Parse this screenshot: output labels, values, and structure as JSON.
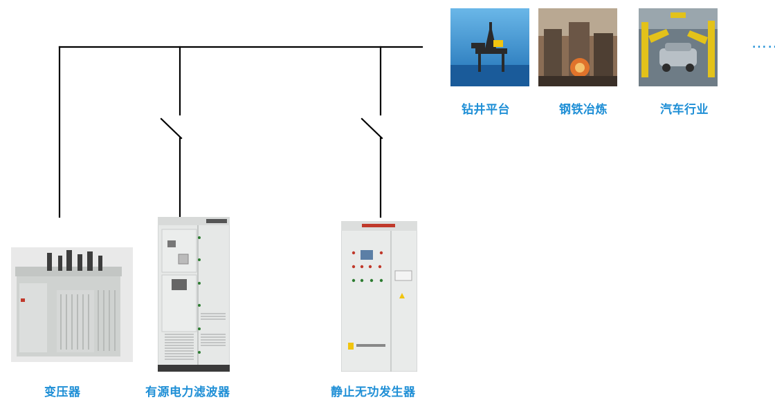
{
  "equipment": [
    {
      "label": "变压器",
      "icon": "transformer-icon"
    },
    {
      "label": "有源电力滤波器",
      "icon": "active-power-filter-cabinet-icon"
    },
    {
      "label": "静止无功发生器",
      "icon": "static-var-generator-cabinet-icon"
    }
  ],
  "industries": [
    {
      "label": "钻井平台",
      "icon": "drilling-platform-photo"
    },
    {
      "label": "钢铁冶炼",
      "icon": "steel-smelting-photo"
    },
    {
      "label": "汽车行业",
      "icon": "automotive-industry-photo"
    }
  ],
  "more": "……",
  "colors": {
    "label": "#1f8fd6",
    "wire": "#000000"
  }
}
